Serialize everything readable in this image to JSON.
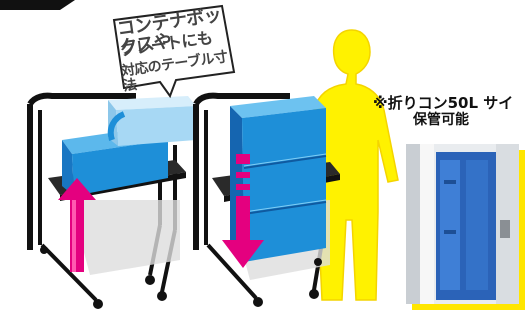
{
  "callout": {
    "line1": "コンテナボックスや",
    "line2": "クレートにも",
    "line3": "対応のテーブル寸法"
  },
  "note": {
    "line1": "※折りコン50L サイ",
    "line2": "保管可能"
  },
  "colors": {
    "box_blue": "#1e8fd8",
    "box_blue_light": "#9fd4f2",
    "arrow_magenta": "#e4007f",
    "person_yellow": "#fff200",
    "frame_black": "#111111",
    "photo_frame_yellow": "#ffe600"
  }
}
